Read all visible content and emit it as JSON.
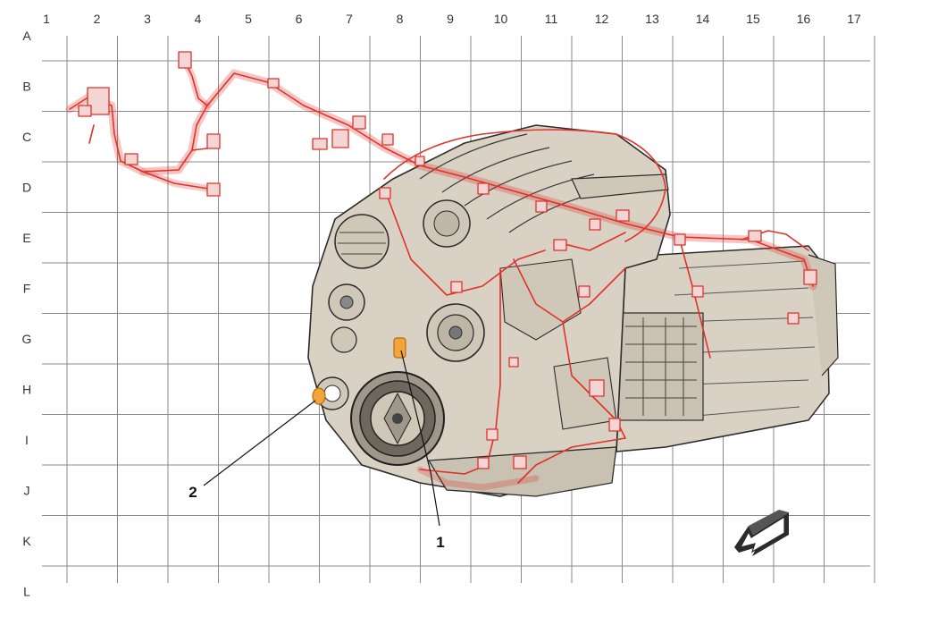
{
  "grid": {
    "columns": [
      "1",
      "2",
      "3",
      "4",
      "5",
      "6",
      "7",
      "8",
      "9",
      "10",
      "11",
      "12",
      "13",
      "14",
      "15",
      "16",
      "17"
    ],
    "rows": [
      "A",
      "B",
      "C",
      "D",
      "E",
      "F",
      "G",
      "H",
      "I",
      "J",
      "K",
      "L"
    ]
  },
  "callouts": [
    {
      "label": "1"
    },
    {
      "label": "2"
    }
  ],
  "colors": {
    "harness": "#e0312b",
    "engine_fill": "#d9d2c4",
    "engine_line": "#2b2b2b",
    "highlight": "#f3a43b",
    "grid": "#8a8a8a"
  }
}
